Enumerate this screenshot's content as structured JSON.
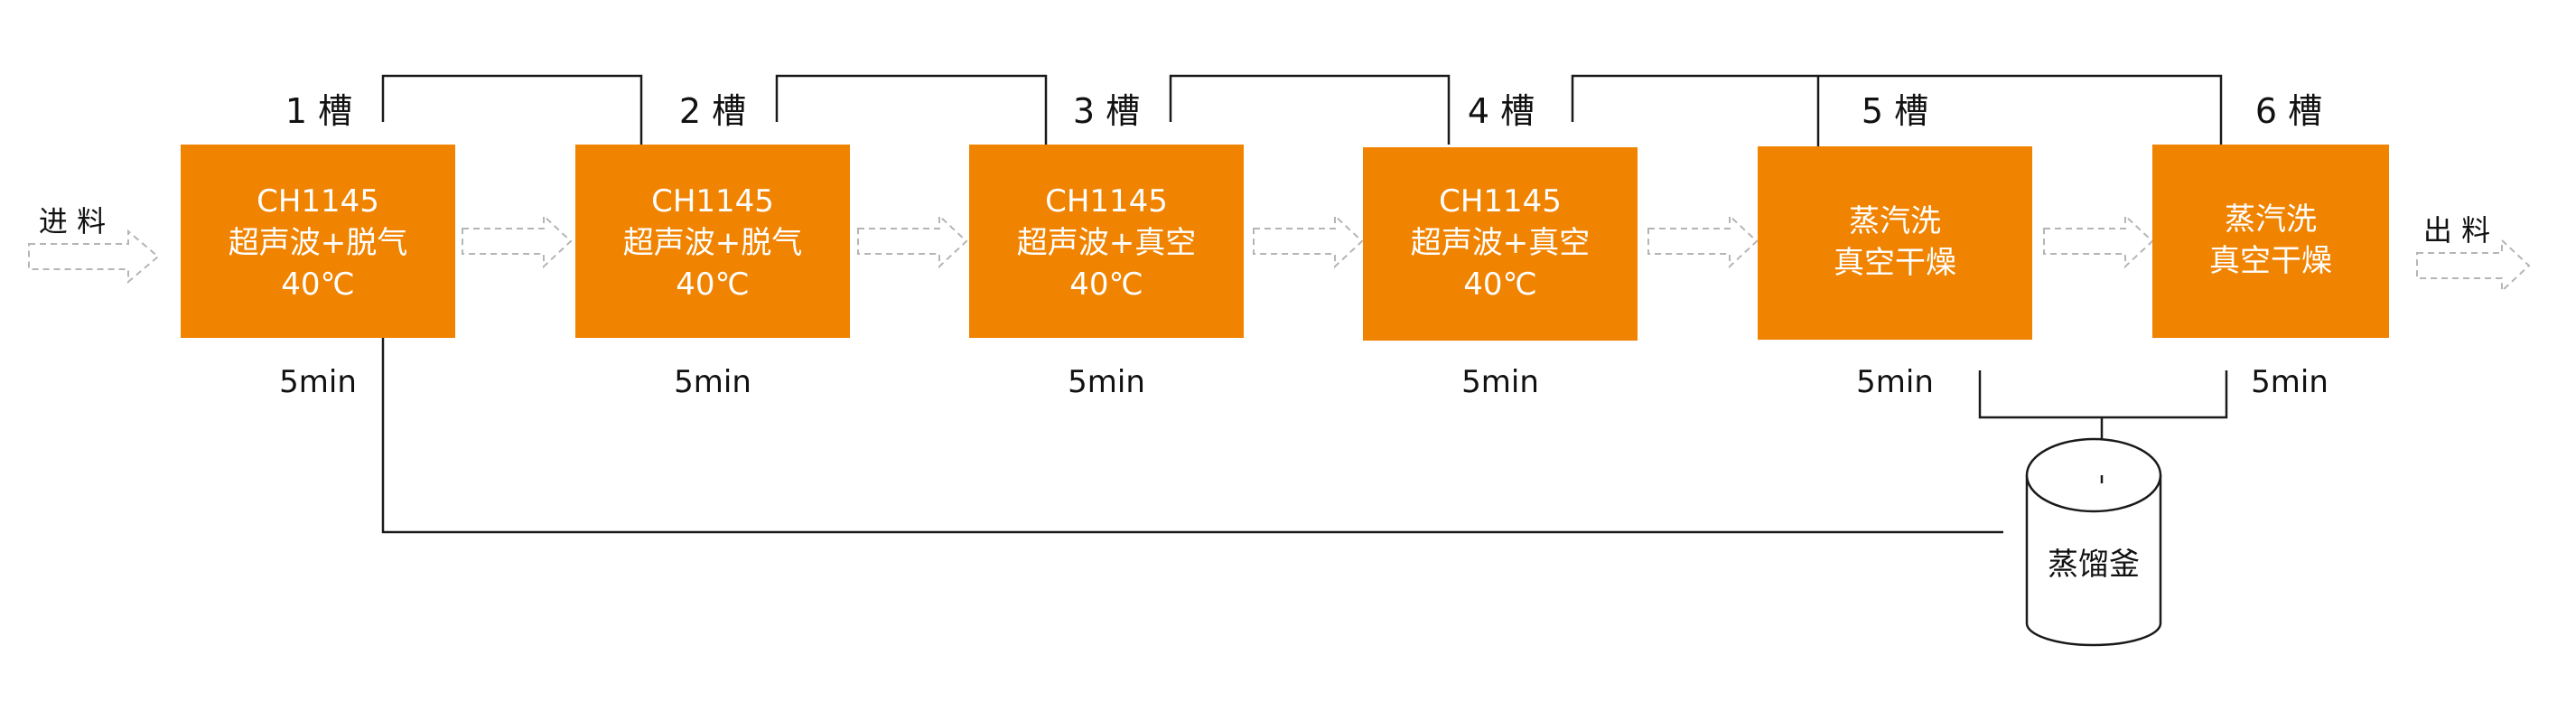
{
  "feed_label": "进 料",
  "output_label": "出 料",
  "colors": {
    "box_fill": "#F08300",
    "box_text": "#FFFFFF",
    "line": "#1A1A1A",
    "arrow_outline": "#B5B5B5"
  },
  "stages": [
    {
      "tank": "1 槽",
      "lines": [
        "CH1145",
        "超声波+脱气",
        "40℃"
      ],
      "time": "5min"
    },
    {
      "tank": "2 槽",
      "lines": [
        "CH1145",
        "超声波+脱气",
        "40℃"
      ],
      "time": "5min"
    },
    {
      "tank": "3 槽",
      "lines": [
        "CH1145",
        "超声波+真空",
        "40℃"
      ],
      "time": "5min"
    },
    {
      "tank": "4 槽",
      "lines": [
        "CH1145",
        "超声波+真空",
        "40℃"
      ],
      "time": "5min"
    },
    {
      "tank": "5 槽",
      "lines": [
        "蒸汽洗",
        "真空干燥"
      ],
      "time": "5min"
    },
    {
      "tank": "6 槽",
      "lines": [
        "蒸汽洗",
        "真空干燥"
      ],
      "time": "5min"
    }
  ],
  "still_label": "蒸馏釜"
}
